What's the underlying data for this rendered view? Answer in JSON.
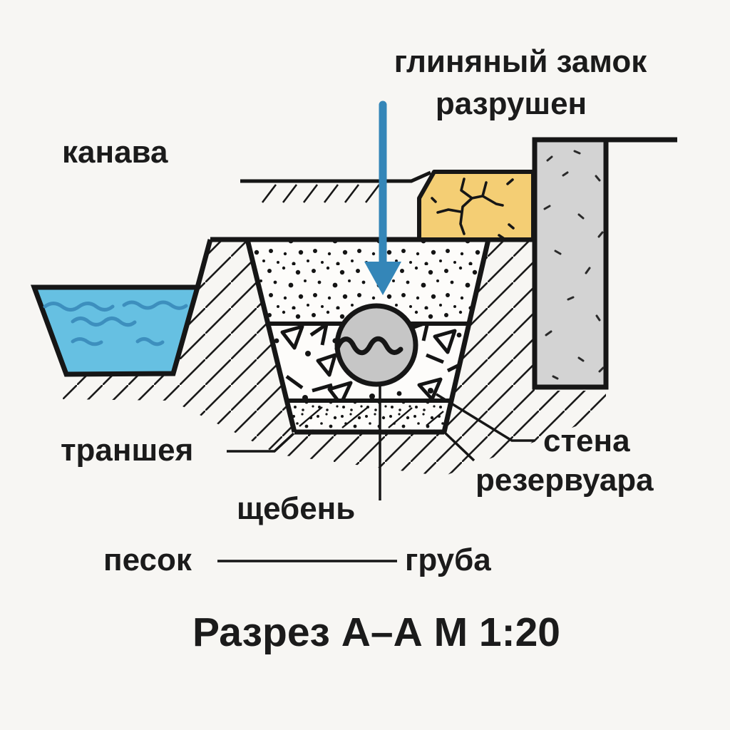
{
  "diagram": {
    "title_note_line1": "глиняный замок",
    "title_note_line2": "разрушен",
    "labels": {
      "ditch": "канава",
      "trench": "траншея",
      "wall_line1": "стена",
      "wall_line2": "резервуара",
      "gravel": "щебень",
      "sand": "песок",
      "pipe": "груба"
    },
    "caption": "Разрез А–А М 1:20",
    "colors": {
      "background": "#F7F6F3",
      "line": "#161616",
      "water": "#66C0E2",
      "wave": "#3D8FBE",
      "arrow": "#3486B8",
      "clay": "#F4CE74",
      "wall": "#D3D3D3",
      "pipe": "#C6C6C6"
    }
  }
}
